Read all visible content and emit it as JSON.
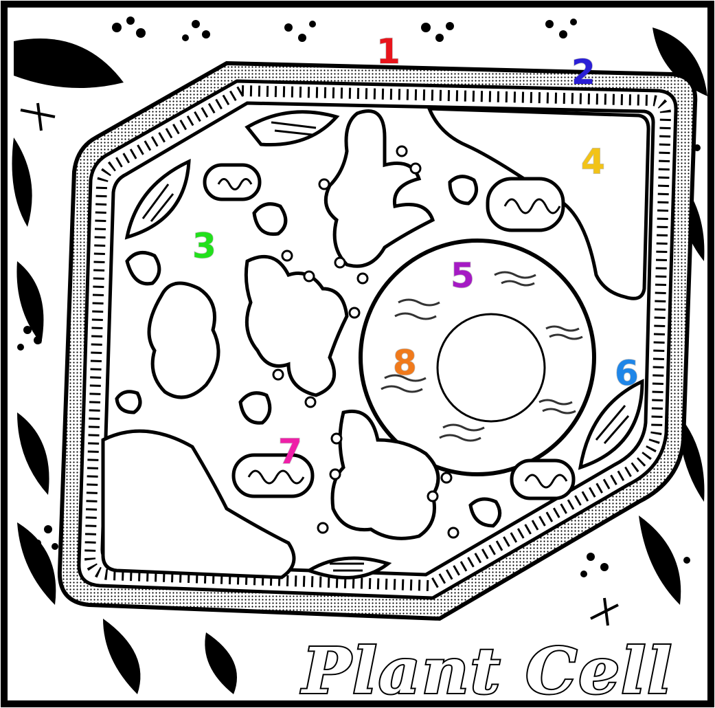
{
  "title": "Plant Cell",
  "labels": [
    {
      "id": "1",
      "text": "1",
      "color": "#e8141b"
    },
    {
      "id": "2",
      "text": "2",
      "color": "#2b1fd6"
    },
    {
      "id": "3",
      "text": "3",
      "color": "#22e01c"
    },
    {
      "id": "4",
      "text": "4",
      "color": "#f2c318"
    },
    {
      "id": "5",
      "text": "5",
      "color": "#a51ac4"
    },
    {
      "id": "6",
      "text": "6",
      "color": "#1f86e8"
    },
    {
      "id": "7",
      "text": "7",
      "color": "#ef1fa8"
    },
    {
      "id": "8",
      "text": "8",
      "color": "#f07a1c"
    }
  ]
}
